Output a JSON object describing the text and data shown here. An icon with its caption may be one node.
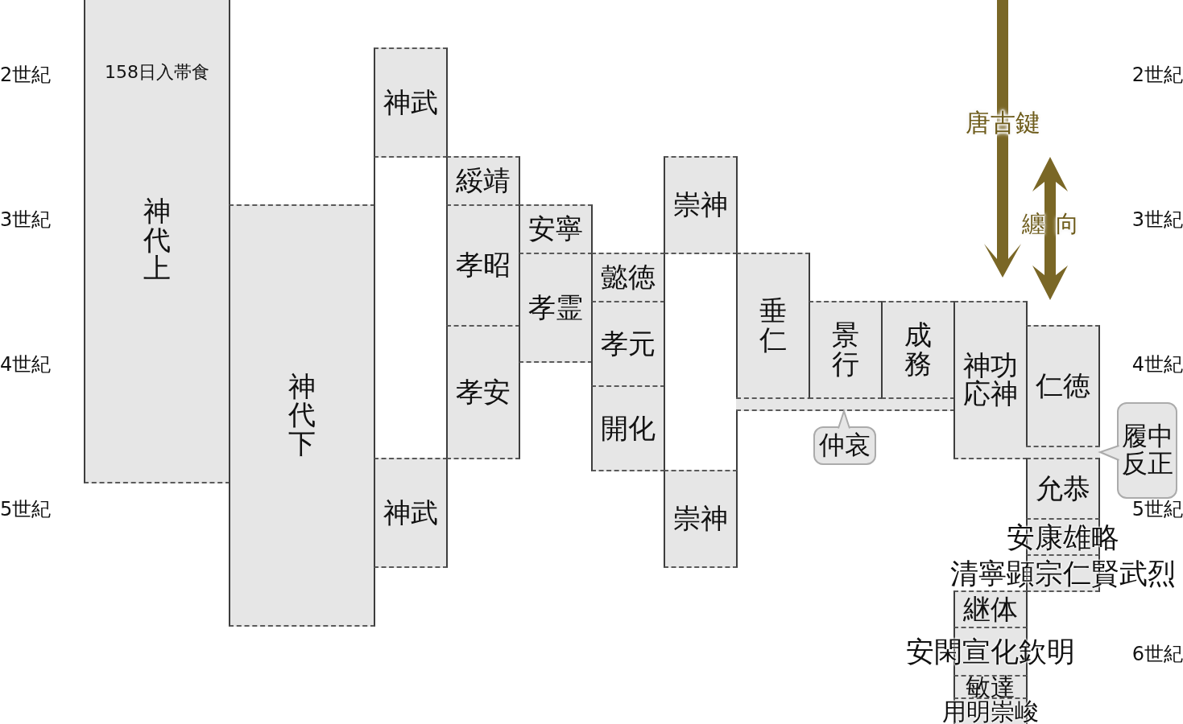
{
  "diagram": {
    "nodes": [
      {
        "text": [
          "158日入帯食",
          "神代上"
        ]
      },
      {
        "text": [
          "神代下"
        ]
      },
      {
        "text": [],
        "shape": "box"
      },
      {
        "text": [
          "神武"
        ],
        "in": 2
      },
      {
        "text": [
          "神武"
        ],
        "in": 2
      },
      {
        "text": [
          "綏靖"
        ]
      },
      {
        "text": [
          "孝昭"
        ]
      },
      {
        "text": [
          "孝安"
        ]
      },
      {
        "text": [
          "安寧"
        ]
      },
      {
        "text": [
          "孝霊"
        ]
      },
      {
        "text": [
          "懿徳"
        ]
      },
      {
        "text": [
          "孝元"
        ]
      },
      {
        "text": [
          "開化"
        ]
      },
      {
        "text": [],
        "shape": "box"
      },
      {
        "text": [
          "崇神"
        ],
        "in": 13
      },
      {
        "text": [
          "崇神"
        ],
        "in": 13
      },
      {
        "text": [
          "垂仁"
        ]
      },
      {
        "text": [],
        "shape": "bar"
      },
      {
        "text": [
          "仲哀"
        ]
      },
      {
        "text": [
          "景行"
        ]
      },
      {
        "text": [
          "成務"
        ]
      },
      {
        "text": [
          "神功応神"
        ]
      },
      {
        "text": [
          "仁徳"
        ]
      },
      {
        "text": [],
        "shape": "bar"
      },
      {
        "text": [
          "履中反正"
        ]
      },
      {
        "text": [
          "允恭"
        ]
      },
      {
        "text": [
          "安康雄略"
        ]
      },
      {
        "text": [
          "清寧顕宗仁賢武烈"
        ]
      },
      {
        "text": [
          "継体"
        ]
      },
      {
        "text": [
          "安閑宣化欽明"
        ]
      },
      {
        "text": [
          "敏達"
        ]
      },
      {
        "text": [
          "用明崇峻"
        ]
      }
    ],
    "edges": [
      {
        "from": 18,
        "to": 17,
        "arrow": "to"
      },
      {
        "from": 24,
        "to": 23,
        "arrow": "to"
      }
    ],
    "labels": [
      "2世紀",
      "2世紀",
      "3世紀",
      "3世紀",
      "4世紀",
      "4世紀",
      "5世紀",
      "5世紀",
      "6世紀",
      "唐古鍵",
      "纏向"
    ]
  }
}
